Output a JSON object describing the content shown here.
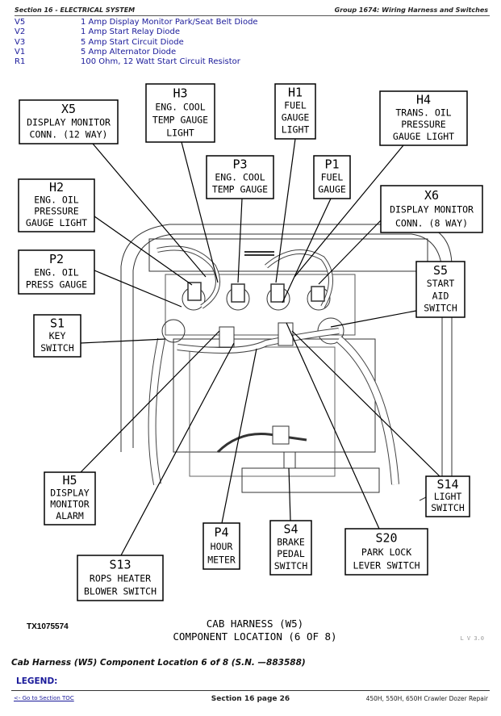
{
  "header": {
    "section": "Section 16 - ELECTRICAL SYSTEM",
    "group": "Group 1674: Wiring Harness and Switches"
  },
  "legend_items": [
    {
      "code": "V5",
      "desc": "1 Amp Display Monitor Park/Seat Belt Diode"
    },
    {
      "code": "V2",
      "desc": "1 Amp Start Relay Diode"
    },
    {
      "code": "V3",
      "desc": "5 Amp Start Circuit Diode"
    },
    {
      "code": "V1",
      "desc": "5 Amp Alternator Diode"
    },
    {
      "code": "R1",
      "desc": "100 Ohm, 12 Watt Start Circuit Resistor"
    }
  ],
  "callouts": {
    "x5": [
      "X5",
      "DISPLAY MONITOR",
      "CONN. (12 WAY)"
    ],
    "h3": [
      "H3",
      "ENG. COOL",
      "TEMP GAUGE",
      "LIGHT"
    ],
    "h1": [
      "H1",
      "FUEL",
      "GAUGE",
      "LIGHT"
    ],
    "h4": [
      "H4",
      "TRANS. OIL",
      "PRESSURE",
      "GAUGE LIGHT"
    ],
    "p3": [
      "P3",
      "ENG. COOL",
      "TEMP GAUGE"
    ],
    "p1": [
      "P1",
      "FUEL",
      "GAUGE"
    ],
    "h2": [
      "H2",
      "ENG. OIL",
      "PRESSURE",
      "GAUGE LIGHT"
    ],
    "x6": [
      "X6",
      "DISPLAY MONITOR",
      "CONN. (8 WAY)"
    ],
    "p2": [
      "P2",
      "ENG. OIL",
      "PRESS GAUGE"
    ],
    "s5": [
      "S5",
      "START",
      "AID",
      "SWITCH"
    ],
    "s1": [
      "S1",
      "KEY",
      "SWITCH"
    ],
    "h5": [
      "H5",
      "DISPLAY",
      "MONITOR",
      "ALARM"
    ],
    "s14": [
      "S14",
      "LIGHT",
      "SWITCH"
    ],
    "p4": [
      "P4",
      "HOUR",
      "METER"
    ],
    "s4": [
      "S4",
      "BRAKE",
      "PEDAL",
      "SWITCH"
    ],
    "s20": [
      "S20",
      "PARK LOCK",
      "LEVER SWITCH"
    ],
    "s13": [
      "S13",
      "ROPS HEATER",
      "BLOWER SWITCH"
    ]
  },
  "figure": {
    "id": "TX1075574",
    "title_line1": "CAB HARNESS (W5)",
    "title_line2": "COMPONENT LOCATION (6 OF 8)",
    "mark": "L V 3.0"
  },
  "caption": "Cab Harness (W5) Component Location 6 of 8 (S.N. —883588)",
  "legend_heading": "LEGEND:",
  "footer": {
    "toc_link": "<- Go to Section TOC",
    "page": "Section 16 page 26",
    "manual": "450H, 550H, 650H Crawler Dozer Repair"
  },
  "colors": {
    "legend_text": "#1a1a9a",
    "link": "#1a1a9a"
  }
}
